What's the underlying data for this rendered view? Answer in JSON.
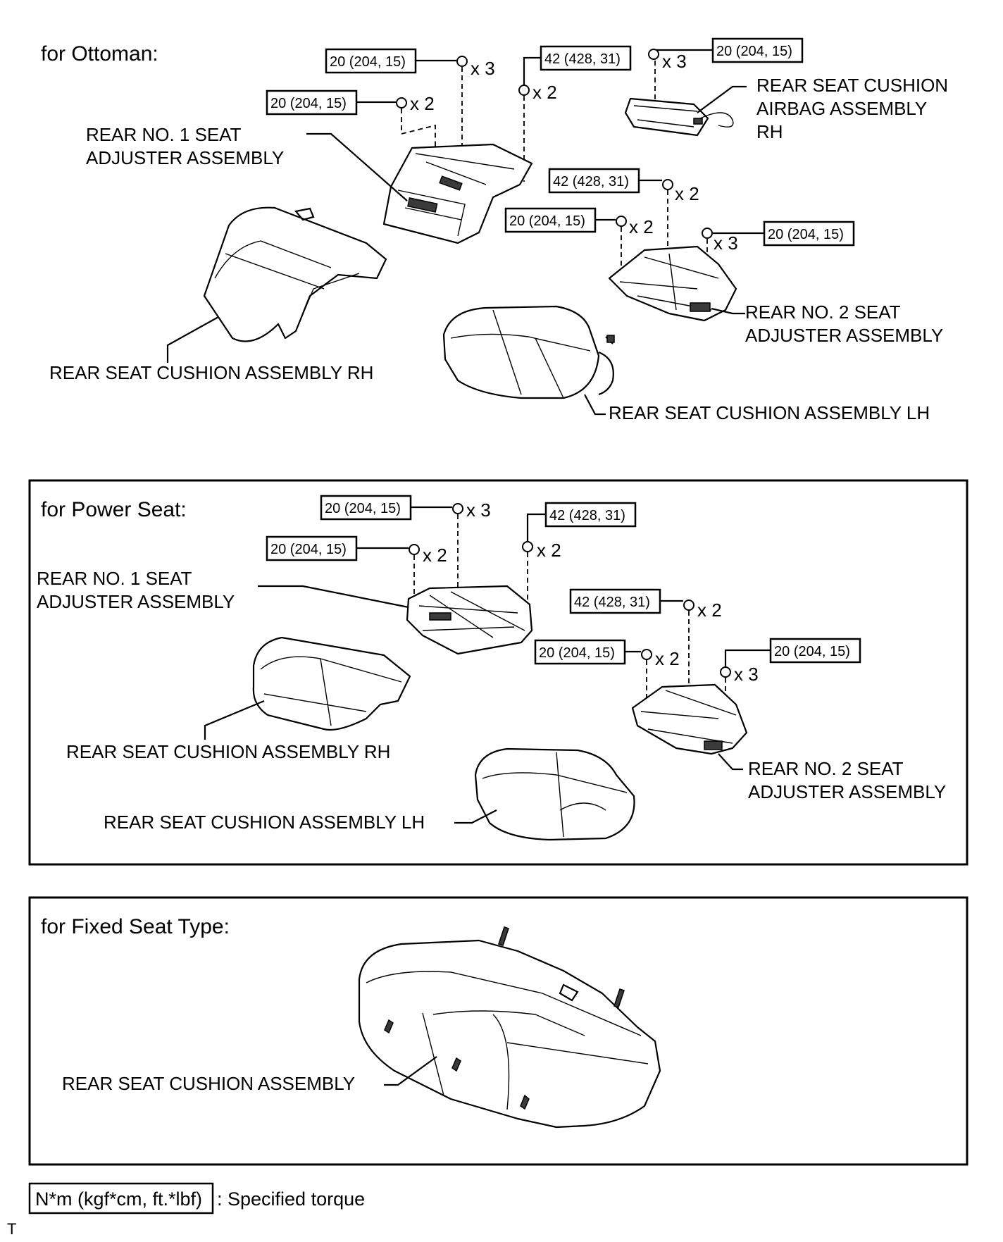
{
  "sections": {
    "ottoman": {
      "title": "for Ottoman:",
      "labels": {
        "adjuster1": [
          "REAR NO. 1 SEAT",
          "ADJUSTER ASSEMBLY"
        ],
        "airbag": [
          "REAR SEAT CUSHION",
          "AIRBAG ASSEMBLY",
          "RH"
        ],
        "adjuster2": [
          "REAR NO. 2 SEAT",
          "ADJUSTER ASSEMBLY"
        ],
        "cushion_rh": "REAR SEAT CUSHION ASSEMBLY RH",
        "cushion_lh": "REAR SEAT CUSHION ASSEMBLY LH"
      },
      "torques": {
        "t1": "20 (204, 15)",
        "t1_qty": "x 3",
        "t2": "20 (204, 15)",
        "t2_qty": "x 2",
        "t3": "42 (428, 31)",
        "t3_qty": "x 2",
        "t4": "20 (204, 15)",
        "t4_qty": "x 3",
        "t5": "42 (428, 31)",
        "t5_qty": "x 2",
        "t6": "20 (204, 15)",
        "t6_qty": "x 2",
        "t7": "20 (204, 15)",
        "t7_qty": "x 3"
      }
    },
    "power": {
      "title": "for Power Seat:",
      "labels": {
        "adjuster1": [
          "REAR NO. 1 SEAT",
          "ADJUSTER ASSEMBLY"
        ],
        "cushion_rh": "REAR SEAT CUSHION ASSEMBLY RH",
        "adjuster2": [
          "REAR NO. 2 SEAT",
          "ADJUSTER ASSEMBLY"
        ],
        "cushion_lh": "REAR SEAT CUSHION ASSEMBLY LH"
      },
      "torques": {
        "t1": "20 (204, 15)",
        "t1_qty": "x 3",
        "t2": "20 (204, 15)",
        "t2_qty": "x 2",
        "t3": "42 (428, 31)",
        "t3_qty": "x 2",
        "t4": "42 (428, 31)",
        "t4_qty": "x 2",
        "t5": "20 (204, 15)",
        "t5_qty": "x 2",
        "t6": "20 (204, 15)",
        "t6_qty": "x 3"
      }
    },
    "fixed": {
      "title": "for Fixed Seat Type:",
      "labels": {
        "cushion": "REAR SEAT CUSHION ASSEMBLY"
      }
    }
  },
  "legend": {
    "unit": "N*m (kgf*cm, ft.*lbf)",
    "desc": ": Specified torque"
  },
  "corner_mark": "T"
}
